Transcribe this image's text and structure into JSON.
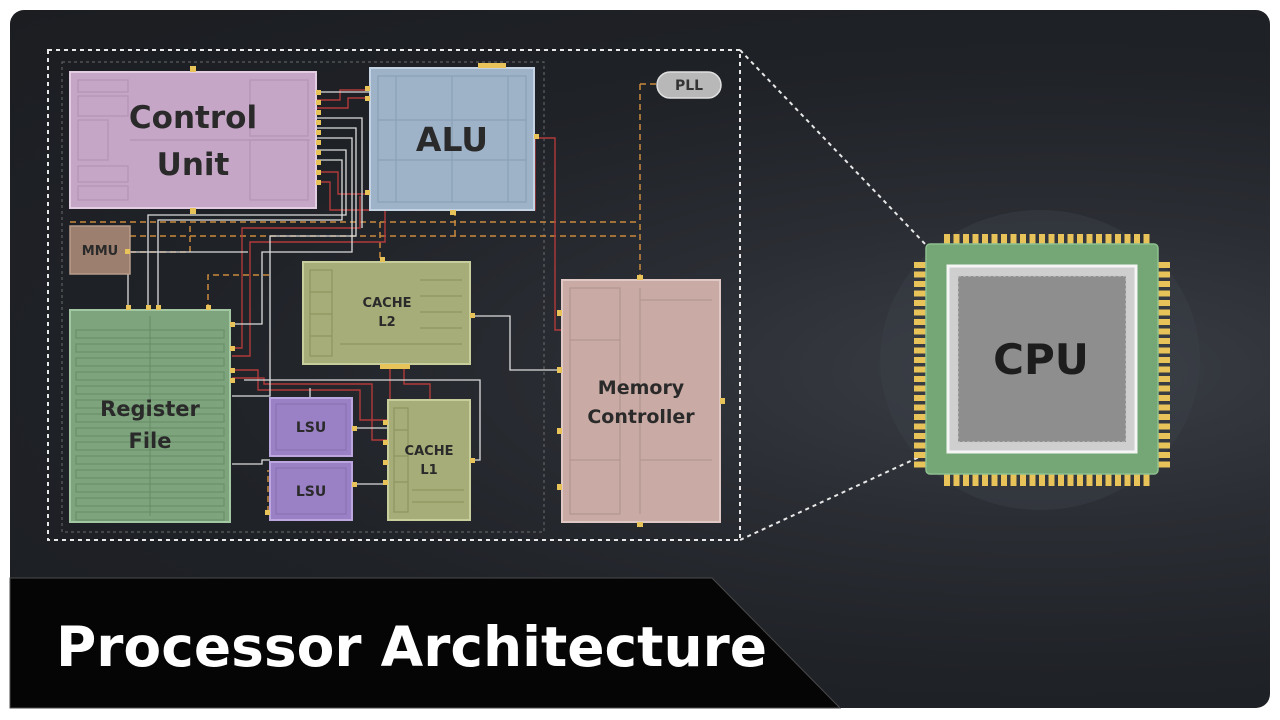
{
  "diagram": {
    "blocks": {
      "control_unit": [
        "Control",
        "Unit"
      ],
      "alu": "ALU",
      "mmu": "MMU",
      "pll": "PLL",
      "register_file": [
        "Register",
        "File"
      ],
      "cache_l2": [
        "CACHE",
        "L2"
      ],
      "cache_l1": [
        "CACHE",
        "L1"
      ],
      "lsu_1": "LSU",
      "lsu_2": "LSU",
      "memory_controller": [
        "Memory",
        "Controller"
      ]
    },
    "chip": {
      "label": "CPU"
    }
  },
  "banner": {
    "title": "Processor Architecture"
  },
  "colors": {
    "background": "#202328",
    "control_unit": "#c6a6c6",
    "alu": "#9fb3c8",
    "register_file": "#7ea47e",
    "cache": "#a7ad78",
    "lsu": "#9a80c4",
    "memory_controller": "#c9aaa4",
    "mmu": "#9c7f6e",
    "chip_substrate": "#74a676",
    "chip_pins": "#e8c35a",
    "wire_red": "#b03a3a",
    "wire_orange_dashed": "#c98a3c"
  }
}
